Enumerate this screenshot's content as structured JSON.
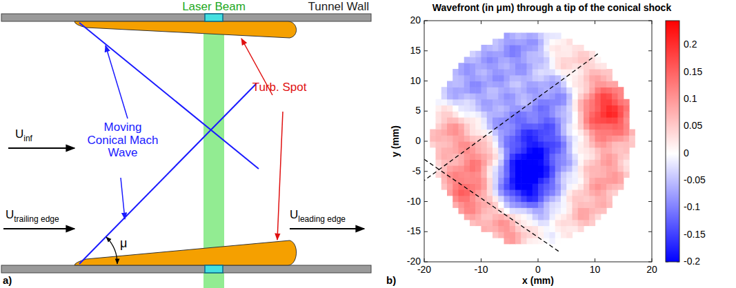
{
  "diagram": {
    "title": "Wavefront (in μm) through a tip of the conical shock",
    "labels": [
      "Laser Beam",
      "Tunnel Wall",
      "Moving Conical Mach Wave",
      "Turb. Spot",
      "U",
      "inf",
      "U",
      "trailing edge",
      "U",
      "leading edge",
      "μ",
      "a)",
      "b)",
      "y (mm)",
      "x (mm)",
      "20",
      "15",
      "10",
      "5",
      "0",
      "-5",
      "-10",
      "-15",
      "-20",
      "-20",
      "-10",
      "0",
      "10",
      "20",
      "0.2",
      "0.15",
      "0.1",
      "0.05",
      "0",
      "-0.05",
      "-0.1",
      "-0.15",
      "-0.2"
    ]
  }
}
